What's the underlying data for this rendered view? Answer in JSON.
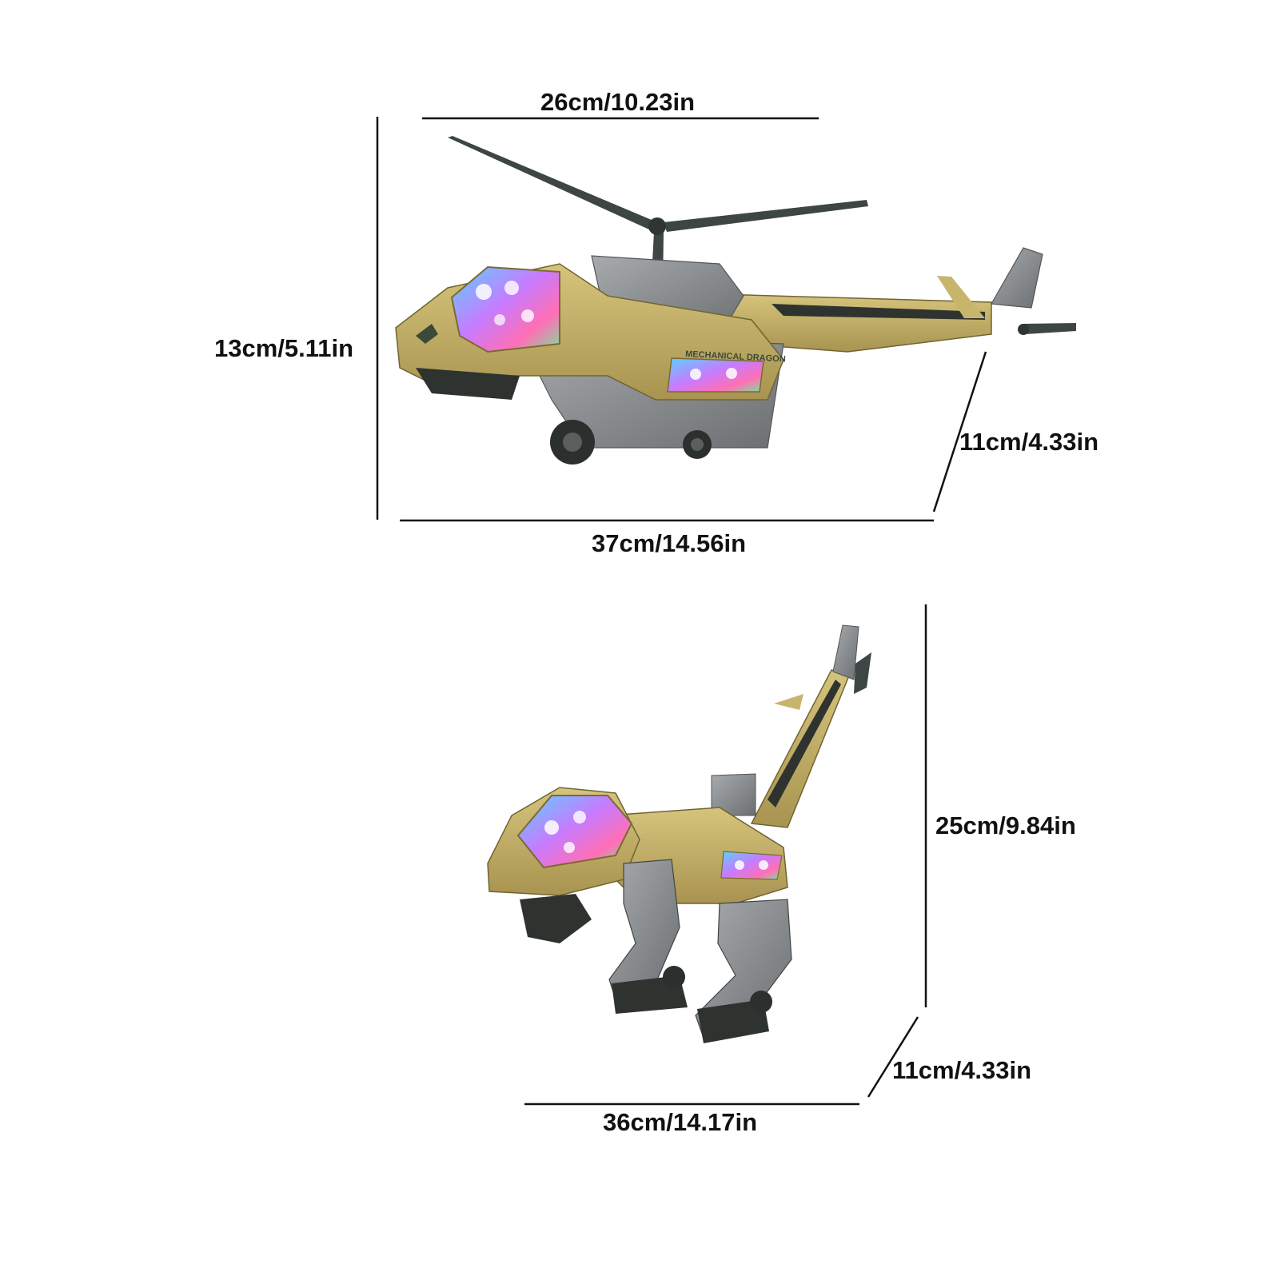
{
  "helicopter": {
    "rotor_width": "26cm/10.23in",
    "height": "13cm/5.11in",
    "depth": "11cm/4.33in",
    "length": "37cm/14.56in",
    "body_text": "MECHANICAL DRAGON"
  },
  "dinosaur": {
    "height": "25cm/9.84in",
    "depth": "11cm/4.33in",
    "length": "36cm/14.17in"
  }
}
